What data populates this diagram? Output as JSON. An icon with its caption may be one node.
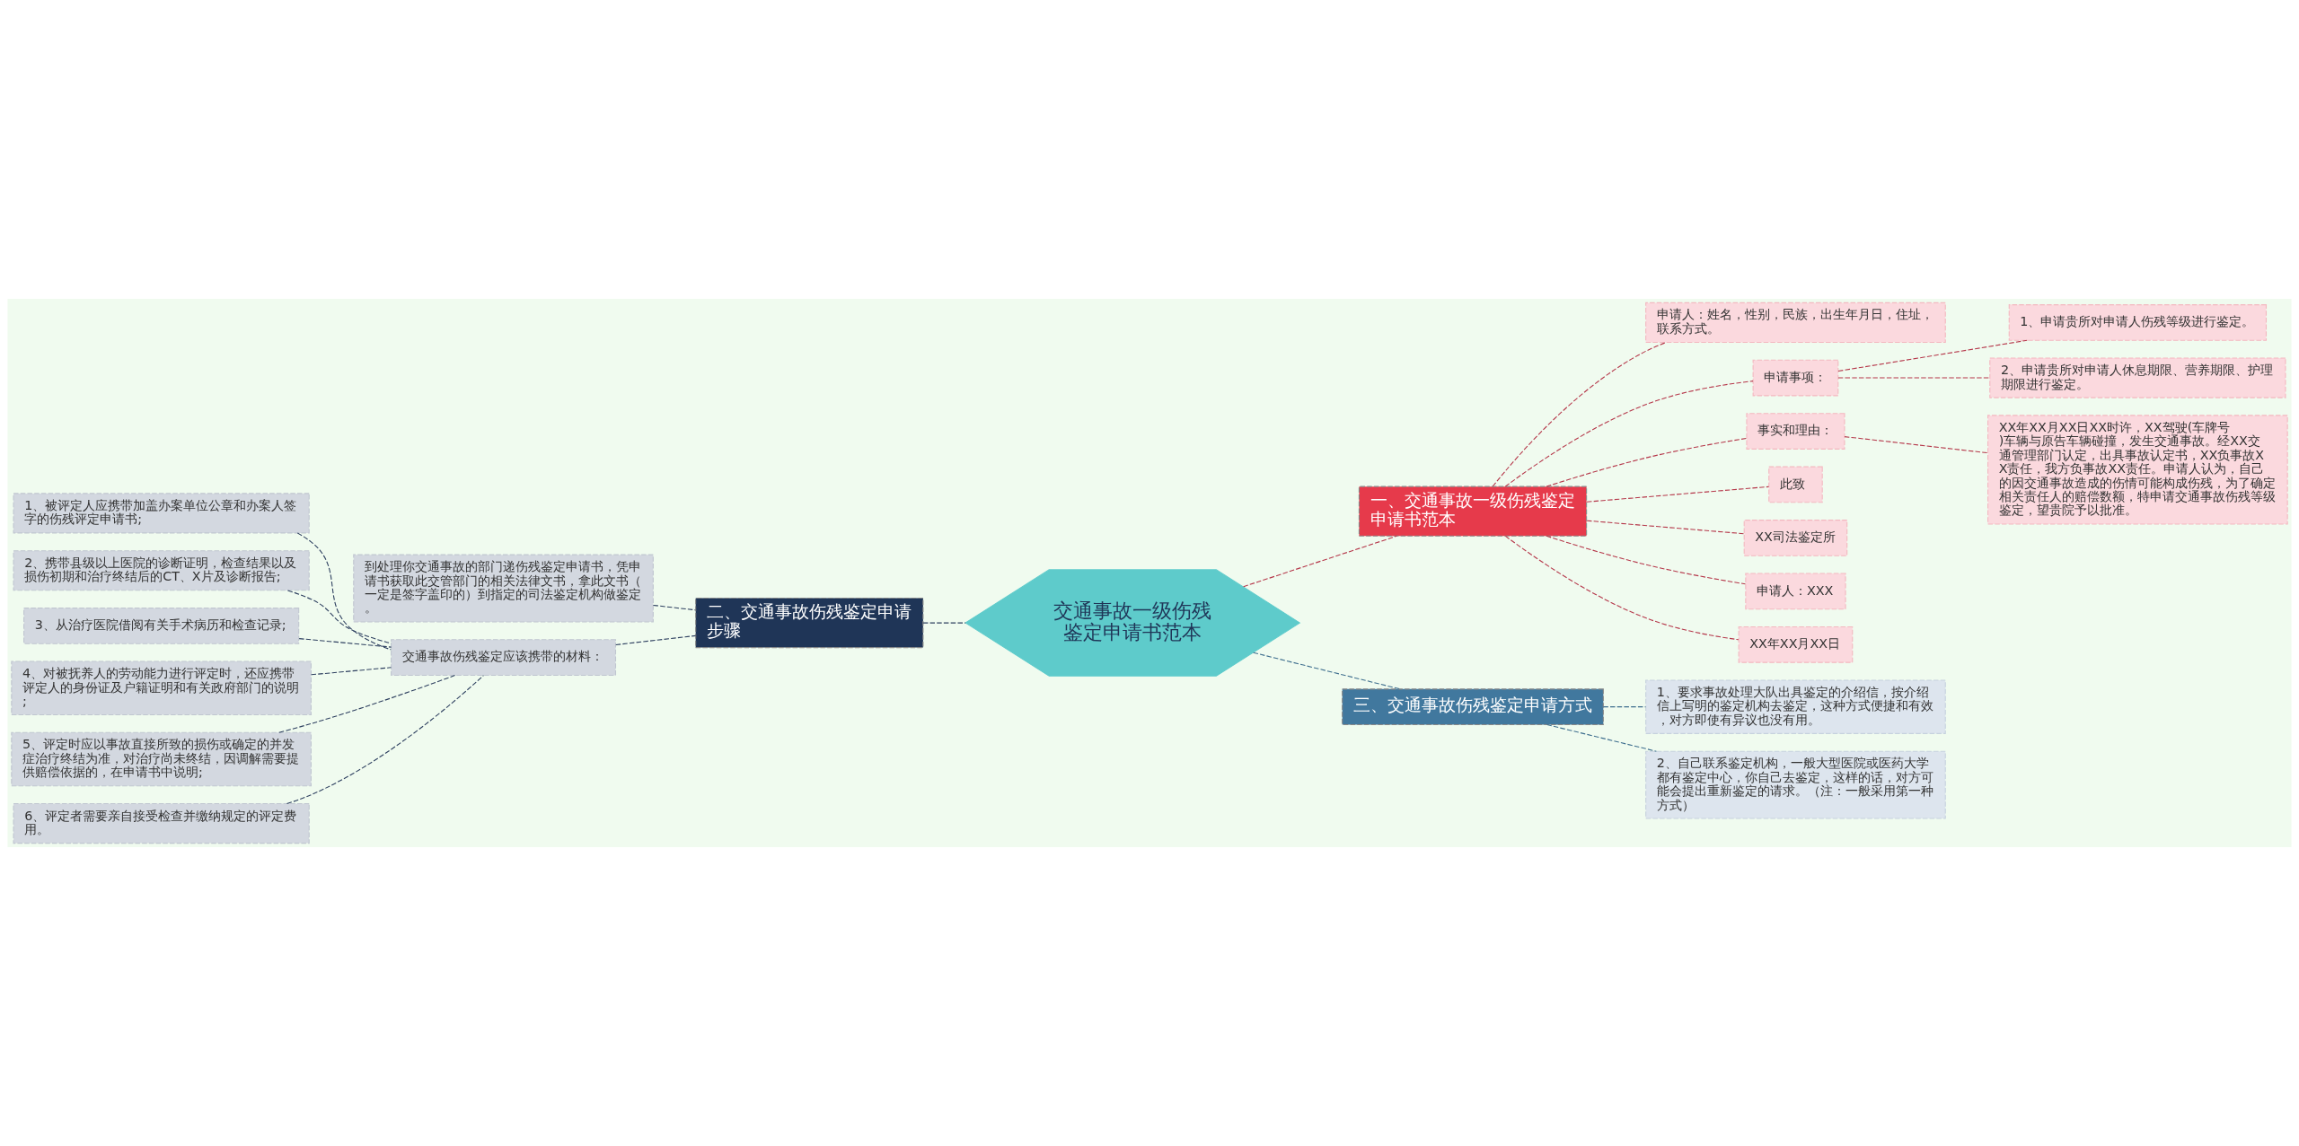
{
  "diagram": {
    "nodes": [
      {
        "text": [
          "交通事故一级伤残鉴定申请书范本"
        ]
      },
      {
        "text": [
          "一、交通事故一级伤残鉴定申请书范本"
        ]
      },
      {
        "text": [
          "申请人：姓名，性别，民族，出生年月日，住址，联系方式。"
        ]
      },
      {
        "text": [
          "申请事项："
        ]
      },
      {
        "text": [
          "1、申请贵所对申请人伤残等级进行鉴定。"
        ]
      },
      {
        "text": [
          "2、申请贵所对申请人休息期限、营养期限、护理期限进行鉴定。"
        ]
      },
      {
        "text": [
          "事实和理由："
        ]
      },
      {
        "text": [
          "XX年XX月XX日XX时许，XX驾驶(车牌号)车辆与原告车辆碰撞，发生交通事故。经XX交通管理部门认定，出具事故认定书，XX负事故XX责任，我方负事故XX责任。申请人认为，自己的因交通事故造成的伤情可能构成伤残，为了确定相关责任人的赔偿数额，特申请交通事故伤残等级鉴定，望贵院予以批准。"
        ]
      },
      {
        "text": [
          "此致"
        ]
      },
      {
        "text": [
          "XX司法鉴定所"
        ]
      },
      {
        "text": [
          "申请人：XXX"
        ]
      },
      {
        "text": [
          "XX年XX月XX日"
        ]
      },
      {
        "text": [
          "二、交通事故伤残鉴定申请步骤"
        ]
      },
      {
        "text": [
          "到处理你交通事故的部门递伤残鉴定申请书，凭申请书获取此交管部门的相关法律文书，拿此文书（一定是签字盖印的）到指定的司法鉴定机构做鉴定。"
        ]
      },
      {
        "text": [
          "交通事故伤残鉴定应该携带的材料："
        ]
      },
      {
        "text": [
          "1、被评定人应携带加盖办案单位公章和办案人签字的伤残评定申请书;"
        ]
      },
      {
        "text": [
          "2、携带县级以上医院的诊断证明，检查结果以及损伤初期和治疗终结后的CT、X片及诊断报告;"
        ]
      },
      {
        "text": [
          "3、从治疗医院借阅有关手术病历和检查记录;"
        ]
      },
      {
        "text": [
          "4、对被抚养人的劳动能力进行评定时，还应携带评定人的身份证及户籍证明和有关政府部门的说明;"
        ]
      },
      {
        "text": [
          "5、评定时应以事故直接所致的损伤或确定的并发症治疗终结为准，对治疗尚未终结，因调解需要提供赔偿依据的，在申请书中说明;"
        ]
      },
      {
        "text": [
          "6、评定者需要亲自接受检查并缴纳规定的评定费用。"
        ]
      },
      {
        "text": [
          "三、交通事故伤残鉴定申请方式"
        ]
      },
      {
        "text": [
          "1、要求事故处理大队出具鉴定的介绍信，按介绍信上写明的鉴定机构去鉴定，这种方式便捷和有效，对方即使有异议也没有用。"
        ]
      },
      {
        "text": [
          "2、自己联系鉴定机构，一般大型医院或医药大学都有鉴定中心，你自己去鉴定，这样的话，对方可能会提出重新鉴定的请求。（注：一般采用第一种方式）"
        ]
      }
    ],
    "edges": [
      {
        "from": 0,
        "to": 1,
        "arrow": "none",
        "style": "dashed"
      },
      {
        "from": 1,
        "to": 2,
        "arrow": "none",
        "style": "dashed"
      },
      {
        "from": 1,
        "to": 3,
        "arrow": "none",
        "style": "dashed"
      },
      {
        "from": 3,
        "to": 4,
        "arrow": "none",
        "style": "dashed"
      },
      {
        "from": 3,
        "to": 5,
        "arrow": "none",
        "style": "dashed"
      },
      {
        "from": 1,
        "to": 6,
        "arrow": "none",
        "style": "dashed"
      },
      {
        "from": 6,
        "to": 7,
        "arrow": "none",
        "style": "dashed"
      },
      {
        "from": 1,
        "to": 8,
        "arrow": "none",
        "style": "dashed"
      },
      {
        "from": 1,
        "to": 9,
        "arrow": "none",
        "style": "dashed"
      },
      {
        "from": 1,
        "to": 10,
        "arrow": "none",
        "style": "dashed"
      },
      {
        "from": 1,
        "to": 11,
        "arrow": "none",
        "style": "dashed"
      },
      {
        "from": 0,
        "to": 12,
        "arrow": "none",
        "style": "dashed",
        "color": "#2d3f5f"
      },
      {
        "from": 12,
        "to": 13,
        "arrow": "none",
        "style": "dashed",
        "color": "#2d3f5f"
      },
      {
        "from": 12,
        "to": 14,
        "arrow": "none",
        "style": "dashed",
        "color": "#2d3f5f"
      },
      {
        "from": 14,
        "to": 15,
        "arrow": "none",
        "style": "dashed",
        "color": "#2d3f5f"
      },
      {
        "from": 14,
        "to": 16,
        "arrow": "none",
        "style": "dashed",
        "color": "#2d3f5f"
      },
      {
        "from": 14,
        "to": 17,
        "arrow": "none",
        "style": "dashed",
        "color": "#2d3f5f"
      },
      {
        "from": 14,
        "to": 18,
        "arrow": "none",
        "style": "dashed",
        "color": "#2d3f5f"
      },
      {
        "from": 14,
        "to": 19,
        "arrow": "none",
        "style": "dashed",
        "color": "#2d3f5f"
      },
      {
        "from": 14,
        "to": 20,
        "arrow": "none",
        "style": "dashed",
        "color": "#2d3f5f"
      },
      {
        "from": 0,
        "to": 21,
        "arrow": "none",
        "style": "dashed",
        "color": "#3e6e8e"
      },
      {
        "from": 21,
        "to": 22,
        "arrow": "none",
        "style": "dashed",
        "color": "#3e6e8e"
      },
      {
        "from": 21,
        "to": 23,
        "arrow": "none",
        "style": "dashed",
        "color": "#3e6e8e"
      }
    ]
  }
}
